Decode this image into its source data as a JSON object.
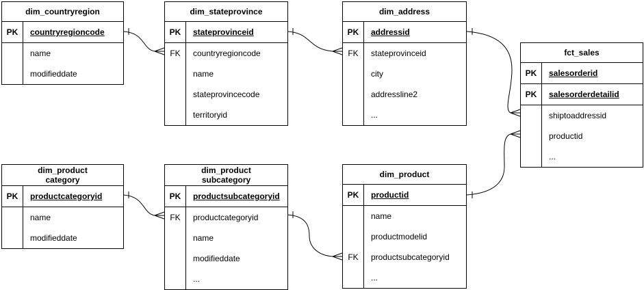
{
  "colors": {
    "line": "#000000",
    "background": "#ffffff",
    "text": "#000000"
  },
  "tables": [
    {
      "title": "dim_countryregion",
      "rows": [
        {
          "key": "PK",
          "field": "countryregioncode"
        },
        {
          "key": "",
          "field": "name"
        },
        {
          "key": "",
          "field": "modifieddate"
        }
      ]
    },
    {
      "title": "dim_stateprovince",
      "rows": [
        {
          "key": "PK",
          "field": "stateprovinceid"
        },
        {
          "key": "FK",
          "field": "countryregioncode"
        },
        {
          "key": "",
          "field": "name"
        },
        {
          "key": "",
          "field": "stateprovincecode"
        },
        {
          "key": "",
          "field": "territoryid"
        }
      ]
    },
    {
      "title": "dim_address",
      "rows": [
        {
          "key": "PK",
          "field": "addressid"
        },
        {
          "key": "FK",
          "field": "stateprovinceid"
        },
        {
          "key": "",
          "field": "city"
        },
        {
          "key": "",
          "field": "addressline2"
        },
        {
          "key": "",
          "field": "..."
        }
      ]
    },
    {
      "title": "fct_sales",
      "rows": [
        {
          "key": "PK",
          "field": "salesorderid"
        },
        {
          "key": "PK",
          "field": "salesorderdetailid"
        },
        {
          "key": "",
          "field": "shiptoaddressid"
        },
        {
          "key": "",
          "field": "productid"
        },
        {
          "key": "",
          "field": "..."
        }
      ]
    },
    {
      "title": "dim_product\ncategory",
      "rows": [
        {
          "key": "PK",
          "field": "productcategoryid"
        },
        {
          "key": "",
          "field": "name"
        },
        {
          "key": "",
          "field": "modifieddate"
        }
      ]
    },
    {
      "title": "dim_product\nsubcategory",
      "rows": [
        {
          "key": "PK",
          "field": "productsubcategoryid"
        },
        {
          "key": "FK",
          "field": "productcategoryid"
        },
        {
          "key": "",
          "field": "name"
        },
        {
          "key": "",
          "field": "modifieddate"
        },
        {
          "key": "",
          "field": "..."
        }
      ]
    },
    {
      "title": "dim_product",
      "rows": [
        {
          "key": "PK",
          "field": "productid"
        },
        {
          "key": "",
          "field": "name"
        },
        {
          "key": "",
          "field": "productmodelid"
        },
        {
          "key": "FK",
          "field": "productsubcategoryid"
        },
        {
          "key": "",
          "field": "..."
        }
      ]
    }
  ],
  "relationships": [
    {
      "one": "dim_countryregion",
      "one_field": "countryregioncode",
      "many": "dim_stateprovince",
      "many_field": "countryregioncode",
      "type": "one-to-many"
    },
    {
      "one": "dim_stateprovince",
      "one_field": "stateprovinceid",
      "many": "dim_address",
      "many_field": "stateprovinceid",
      "type": "one-to-many"
    },
    {
      "one": "dim_address",
      "one_field": "addressid",
      "many": "fct_sales",
      "many_field": "shiptoaddressid",
      "type": "one-to-many"
    },
    {
      "one": "dim_product",
      "one_field": "productid",
      "many": "fct_sales",
      "many_field": "productid",
      "type": "one-to-many"
    },
    {
      "one": "dim_product category",
      "one_field": "productcategoryid",
      "many": "dim_product subcategory",
      "many_field": "productcategoryid",
      "type": "one-to-many"
    },
    {
      "one": "dim_product subcategory",
      "one_field": "productsubcategoryid",
      "many": "dim_product",
      "many_field": "productsubcategoryid",
      "type": "one-to-many"
    }
  ]
}
